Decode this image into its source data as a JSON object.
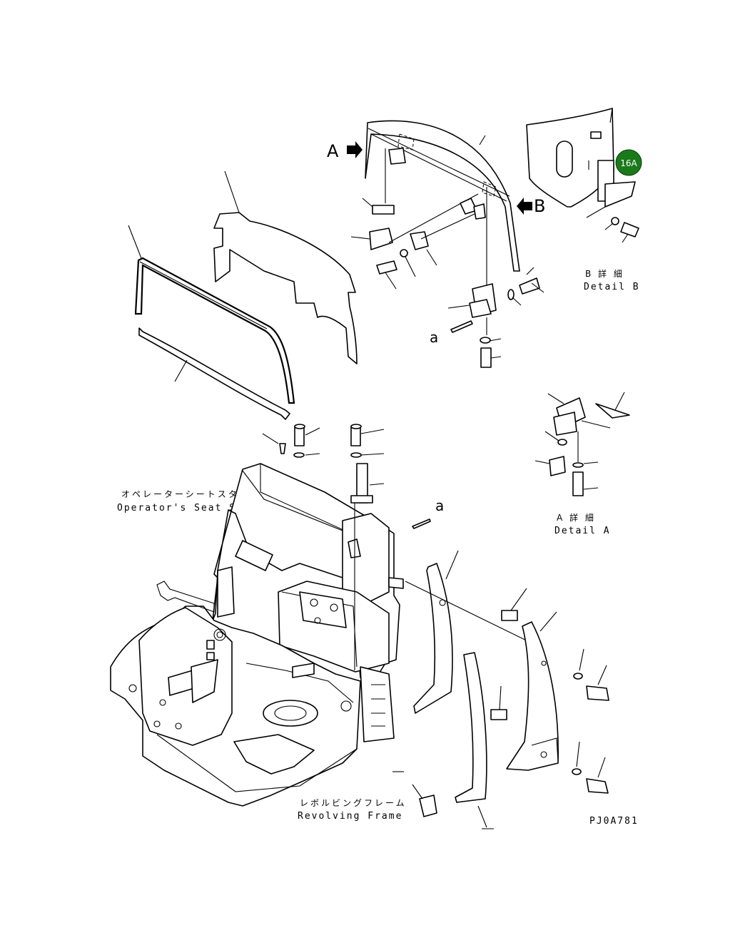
{
  "labels": {
    "detail_b_jp": "B 詳 細",
    "detail_b_en": "Detail B",
    "detail_a_jp": "A 詳 細",
    "detail_a_en": "Detail A",
    "seat_stand_jp": "オペレーターシートスタンド",
    "seat_stand_en": "Operator's Seat Stand",
    "frame_jp": "レボルビングフレーム",
    "frame_en": "Revolving Frame",
    "drawing_number": "PJ0A781",
    "arrow_a": "A",
    "arrow_b": "B",
    "ref_a_top": "a",
    "ref_a_mid": "a"
  },
  "callout": {
    "text": "16A",
    "color": "#1a7a1a"
  }
}
